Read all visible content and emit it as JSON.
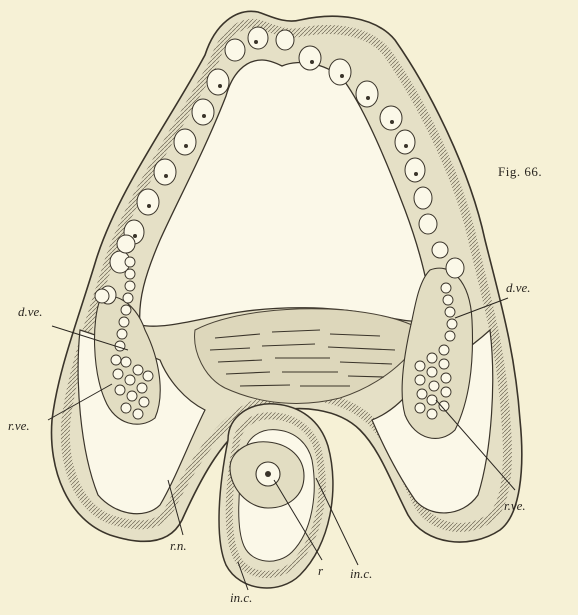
{
  "figure": {
    "number": "Fig. 66.",
    "labels": {
      "dve_left": "d.ve.",
      "dve_right": "d.ve.",
      "rve_left": "r.ve.",
      "rve_right": "r.ve.",
      "rn": "r.n.",
      "r": "r",
      "inc_lower": "in.c.",
      "inc_right": "in.c."
    },
    "colors": {
      "paper": "#f6f1d6",
      "ink": "#2a2620",
      "tissue": "#e2ddc2"
    }
  }
}
